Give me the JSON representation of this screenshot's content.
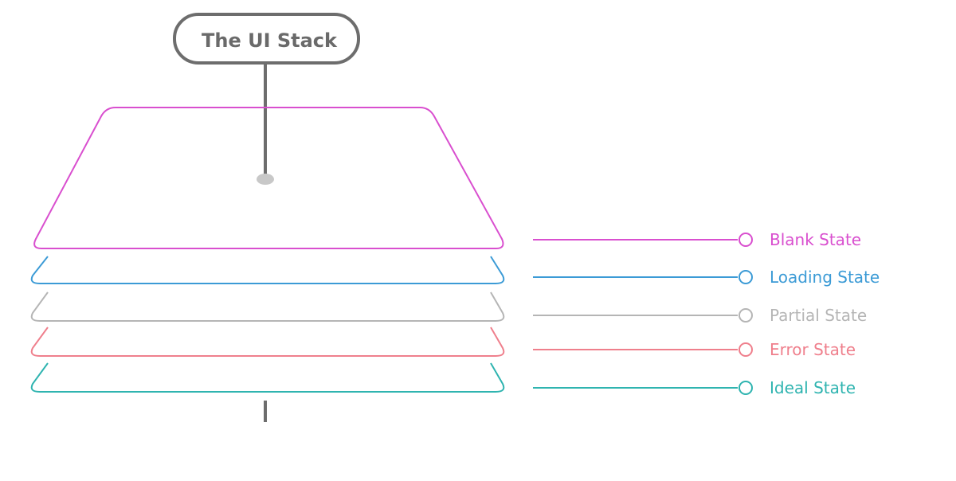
{
  "title": "The UI Stack",
  "layers": [
    {
      "id": "blank",
      "label": "Blank State",
      "color": "#d94fcf"
    },
    {
      "id": "loading",
      "label": "Loading State",
      "color": "#3c9bd6"
    },
    {
      "id": "partial",
      "label": "Partial State",
      "color": "#b5b5b5"
    },
    {
      "id": "error",
      "label": "Error State",
      "color": "#ef7f8c"
    },
    {
      "id": "ideal",
      "label": "Ideal State",
      "color": "#2fb4b0"
    }
  ],
  "colors": {
    "title": "#6a6a6a",
    "stem": "#6d6d6d",
    "pin": "#c8c8c8"
  }
}
